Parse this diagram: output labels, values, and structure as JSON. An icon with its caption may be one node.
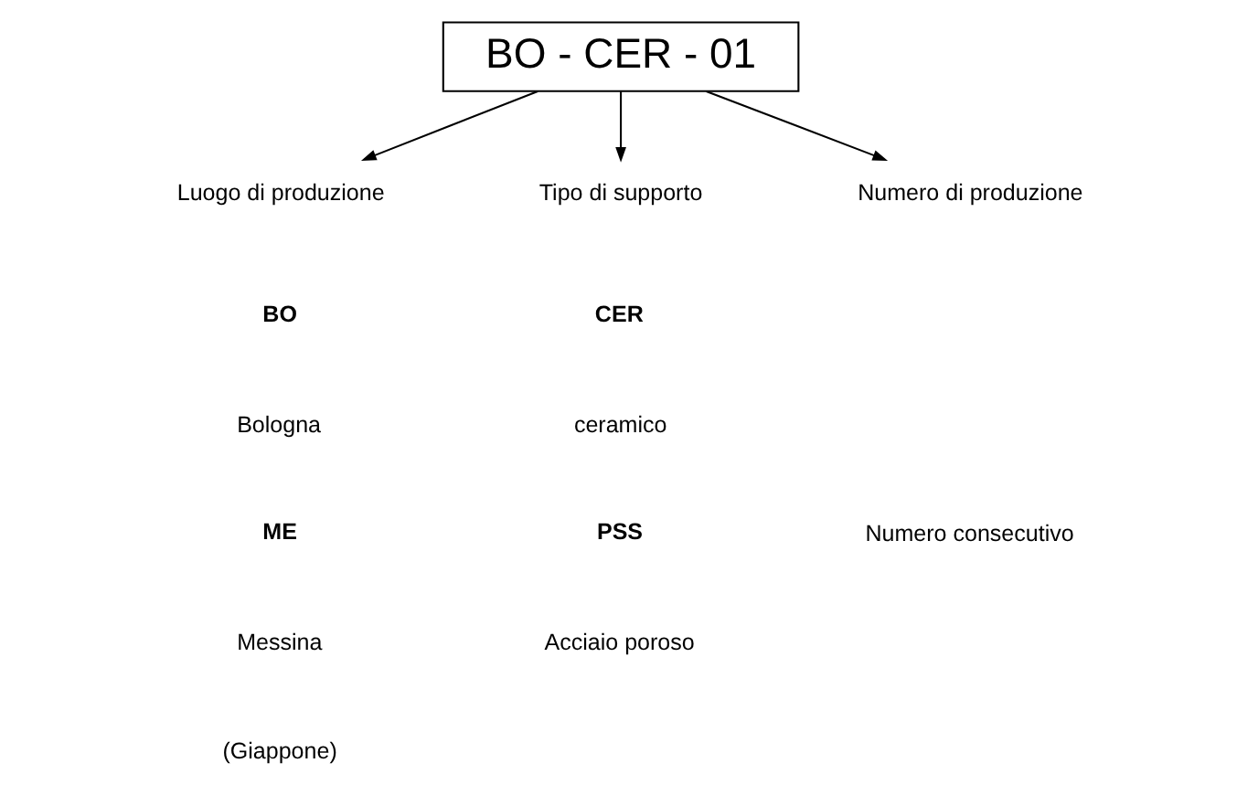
{
  "diagram": {
    "nodes": [
      {
        "text": [
          "BO - CER - 01"
        ]
      },
      {
        "text": [
          "Luogo di produzione"
        ]
      },
      {
        "text": [
          "Tipo di supporto"
        ]
      },
      {
        "text": [
          "Numero di produzione"
        ]
      }
    ],
    "edges": [
      {
        "from": 0,
        "to": 1,
        "arrow": "to"
      },
      {
        "from": 0,
        "to": 2,
        "arrow": "to"
      },
      {
        "from": 0,
        "to": 3,
        "arrow": "to"
      }
    ],
    "labels": [
      "BO",
      "Bologna",
      "ME",
      "Messina",
      "(Giappone)",
      "CER",
      "ceramico",
      "PSS",
      "Acciaio poroso",
      "Numero consecutivo"
    ]
  }
}
